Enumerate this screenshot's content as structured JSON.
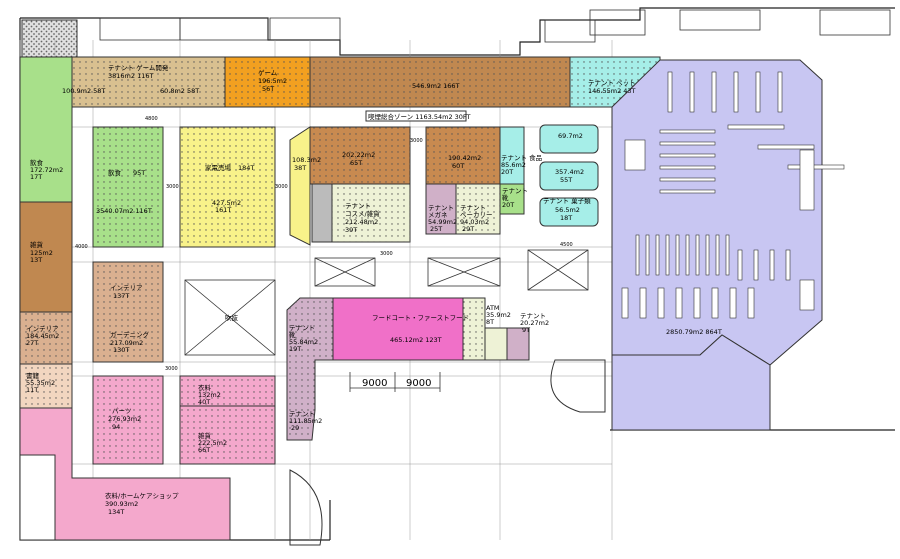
{
  "colors": {
    "tenant_tan": "#d9c090",
    "game": "#f2a020",
    "brown": "#c08850",
    "green": "#a8e08a",
    "yellow": "#f8f28a",
    "peach": "#dab090",
    "pink": "#f4a8cc",
    "magenta": "#f070c8",
    "lavender": "#c8c6f2",
    "cyan": "#a6eee8",
    "brown_dark": "#c88a50",
    "mauve": "#d0b0c8",
    "hatch": "#c0c0c0"
  },
  "labels": {
    "tenant_game": "テナント ゲーム開発",
    "tenant_game_area": "3816m2 116T",
    "strip_left_area": "100.9m2 58T",
    "strip_mid_area": "60.8m2 58T",
    "game_block": "ゲーム",
    "game_block_area": "196.5m2",
    "game_block_seats": "56T",
    "strip_right_area": "546.9m2 166T",
    "pet_tenant": "テナント ペット",
    "pet_tenant_area": "146.55m2 43T",
    "eat_zone": "喫煙総合ゾーン 1163.54m2 30FT",
    "left_green": "飲食",
    "left_green_area": "172.72m2",
    "left_green_seats": "17T",
    "left_brown": "雑貨",
    "left_brown_area": "125m2",
    "left_brown_seats": "13T",
    "left_peach": "インテリア",
    "left_peach_area": "184.45m2",
    "left_peach_seats": "27T",
    "left_small": "書籍",
    "left_small_area": "55.35m2",
    "left_small_seats": "11T",
    "green_block": "飲食",
    "green_block_seats": "95T",
    "green_block_area": "3540.07m2 116T",
    "yellow_block": "家電売場",
    "yellow_block_seats": "184T",
    "yellow_block_area": "427.5m2",
    "yellow_block_sub": "161T",
    "yellow_small": "108.3m2",
    "yellow_small_seats": "38T",
    "brown_mid": "202.22m2",
    "brown_mid_seats": "65T",
    "tenant_mid": "テナント",
    "tenant_mid_sub": "コスメ/雑貨",
    "tenant_mid_area": "212.48m2",
    "tenant_mid_seats": "39T",
    "brown_right": "190.42m2",
    "brown_right_seats": "60T",
    "tenant_cyan": "テナント 食品",
    "tenant_cyan_area": "85.6m2",
    "tenant_cyan_seats": "20T",
    "mauve_tenant": "テナント",
    "mauve_tenant_sub": "メガネ",
    "mauve_tenant_area": "54.99m2",
    "mauve_tenant_seats": "25T",
    "green_tenant": "テナント",
    "green_tenant_sub": "ベーカリー",
    "green_tenant_area": "94.03m2",
    "green_tenant_seats": "29T",
    "small_tenant": "テナント",
    "small_tenant_sub": "靴",
    "small_tenant_seats": "20T",
    "cyan_top": "69.7m2",
    "cyan_mid": "357.4m2",
    "cyan_mid_seats": "55T",
    "cyan_bottom_name": "テナント 菓子類",
    "cyan_bottom_area": "56.5m2",
    "cyan_bottom_seats": "18T",
    "interior": "インテリア",
    "interior_seats": "137T",
    "interior_sub": "ガーデニング",
    "interior_area": "217.09m2",
    "interior_sub_seats": "130T",
    "void": "吹抜",
    "food_court": "フードコート・ファーストフード",
    "food_court_area": "465.12m2 123T",
    "atm": "ATM",
    "atm_area": "35.9m2",
    "atm_seats": "8T",
    "tenant_small2": "テナント",
    "tenant_small2_area": "20.27m2",
    "tenant_small2_seats": "9T",
    "tenant_mauve_left": "テナント",
    "tenant_mauve_left_sub": "靴",
    "tenant_mauve_left_area": "55.84m2",
    "tenant_mauve_left_seats": "19T",
    "tenant_mauve_lower": "テナント",
    "tenant_mauve_lower_area": "111.85m2",
    "tenant_mauve_lower_seats": "29",
    "pink_left": "パーツ",
    "pink_left_area": "276.93m2",
    "pink_left_seats": "94",
    "pink_right_top": "衣料",
    "pink_right_top_area": "132m2",
    "pink_right_top_seats": "40T",
    "pink_right": "雑貨",
    "pink_right_area": "222.5m2",
    "pink_right_seats": "66T",
    "pink_bottom": "衣料/ホームケアショップ",
    "pink_bottom_area": "390.93m2",
    "pink_bottom_seats": "134T",
    "supermarket_area": "2850.79m2 864T",
    "dim_9000_a": "9000",
    "dim_9000_b": "9000",
    "dim_4800": "4800",
    "dim_3000_a": "3000",
    "dim_3000_b": "3000",
    "dim_3000_c": "3000",
    "dim_3000_d": "3000",
    "dim_3000_e": "3000",
    "dim_4000": "4000",
    "dim_4500": "4500"
  }
}
